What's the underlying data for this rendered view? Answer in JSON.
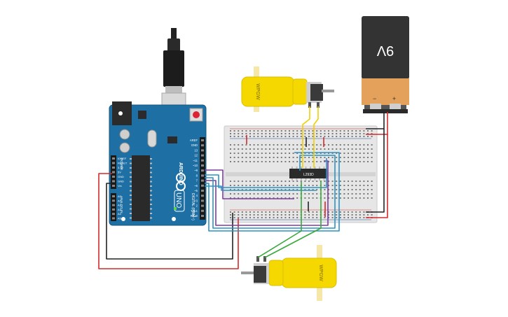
{
  "battery": {
    "voltage_label": "9V",
    "minus": "−",
    "plus": "+"
  },
  "motor_top": {
    "label": "WPGW"
  },
  "motor_bottom": {
    "label": "WPGW"
  },
  "driver_chip": {
    "label": "L293D"
  },
  "arduino": {
    "brand": "ARDUINO",
    "model": "UNO",
    "digital_label": "DIGITAL (PWM~)",
    "power_label": "POWER",
    "analog_label": "ANALOG IN",
    "header_top": [
      "AREF",
      "GND",
      "13",
      "12",
      "~11",
      "~10",
      "~9",
      "8",
      "7",
      "~6",
      "~5",
      "4",
      "~3",
      "2",
      "TX▸1",
      "RX◂0"
    ],
    "header_left": [
      "IOREF",
      "RESET",
      "3.3V",
      "5V",
      "GND",
      "GND",
      "Vin",
      "A0",
      "A1",
      "A2",
      "A3",
      "A4",
      "A5"
    ]
  },
  "colors": {
    "arduino_board": "#1e6fa3",
    "breadboard": "#e6e6e6",
    "motor": "#f5d800",
    "battery_top": "#333333",
    "battery_bottom": "#e3a15b",
    "wire_red": "#d42a2a",
    "wire_black": "#222222",
    "wire_blue": "#2a94c4",
    "wire_purple": "#7c3ba0",
    "wire_green": "#3aa83a",
    "wire_yellow": "#f2cf00"
  }
}
